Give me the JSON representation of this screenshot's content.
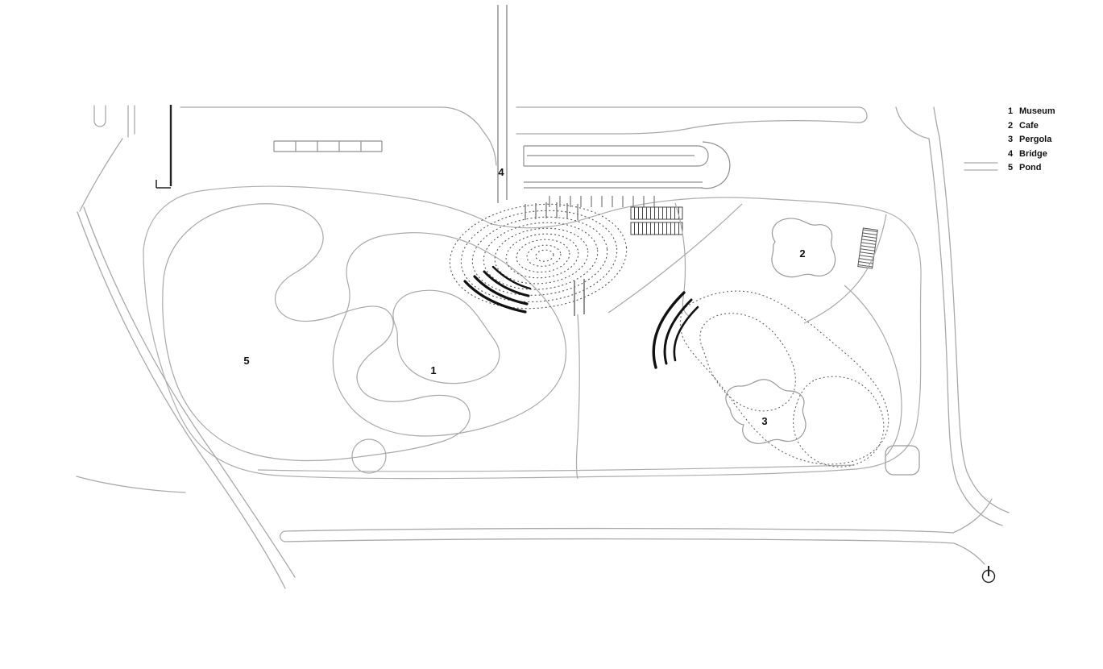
{
  "legend": {
    "items": [
      {
        "number": "1",
        "label": "Museum"
      },
      {
        "number": "2",
        "label": "Cafe"
      },
      {
        "number": "3",
        "label": "Pergola"
      },
      {
        "number": "4",
        "label": "Bridge"
      },
      {
        "number": "5",
        "label": "Pond"
      }
    ]
  },
  "plan": {
    "labels": [
      "1",
      "2",
      "3",
      "4",
      "5"
    ]
  },
  "colors": {
    "background": "#ffffff",
    "line_light": "#a9a9a9",
    "line_dark": "#1a1a1a",
    "dashed": "#666666"
  }
}
